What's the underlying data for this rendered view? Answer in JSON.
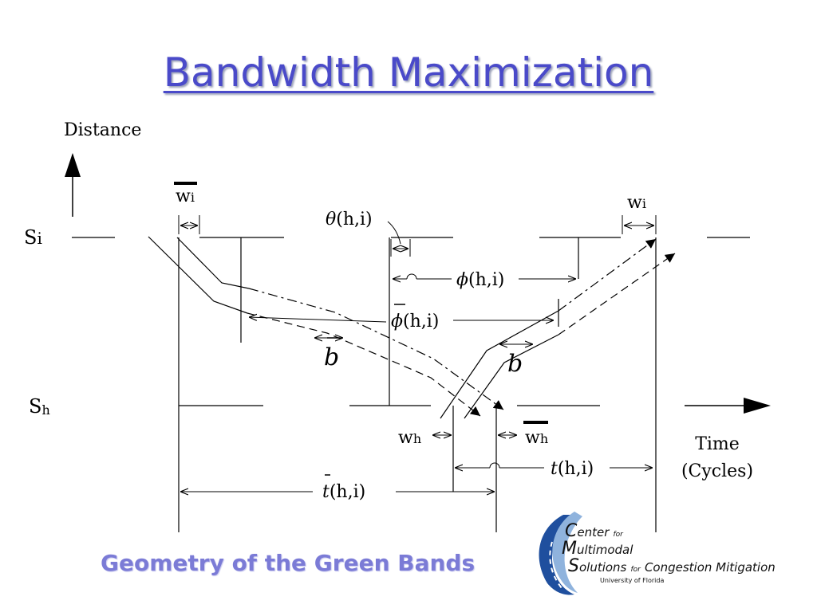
{
  "slide": {
    "title": "Bandwidth Maximization",
    "subtitle": "Geometry of the Green Bands"
  },
  "diagram": {
    "axis_y_label": "Distance",
    "axis_x_label_line1": "Time",
    "axis_x_label_line2": "(Cycles)",
    "signal_i": {
      "letter": "S",
      "sub": "i"
    },
    "signal_h": {
      "letter": "S",
      "sub": "h"
    },
    "w_i_bar": {
      "letter": "w",
      "sub": "i"
    },
    "w_i": {
      "letter": "w",
      "sub": "i"
    },
    "w_h": {
      "letter": "w",
      "sub": "h"
    },
    "w_h_bar": {
      "letter": "w",
      "sub": "h"
    },
    "theta": {
      "sym": "θ",
      "args": "(h,i)"
    },
    "phi": {
      "sym": "ϕ",
      "args": "(h,i)"
    },
    "phi_bar": {
      "sym": "ϕ",
      "args": "(h,i)"
    },
    "b_bar": "b",
    "b": "b",
    "t": {
      "sym": "t",
      "args": "(h,i)"
    },
    "t_bar": {
      "sym": "t",
      "args": "(h,i)"
    }
  },
  "logo": {
    "c_initial": "C",
    "c_rest": "enter",
    "c_for": "for",
    "m_initial": "M",
    "m_rest": "ultimodal",
    "s_initial": "S",
    "s_rest": "olutions",
    "s_for": "for",
    "s_tail": "Congestion Mitigation",
    "university": "University of Florida",
    "colors": {
      "swoosh_dark": "#1f4f9e",
      "swoosh_light": "#8fb3dd"
    }
  }
}
